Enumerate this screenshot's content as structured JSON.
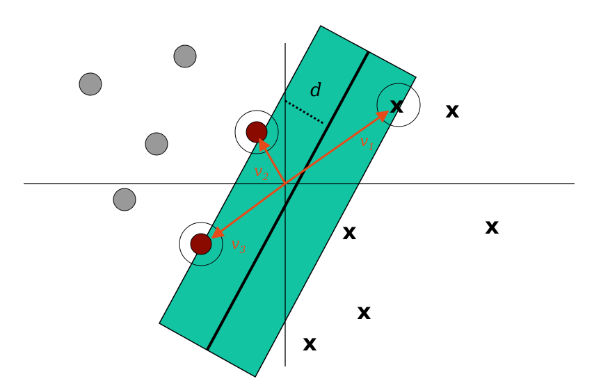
{
  "colors": {
    "margin_band": "#13c4a3",
    "background": "#ffffff",
    "axis": "#000000",
    "negative_point": "#999999",
    "support_point": "#8b0a00",
    "vector_arrow": "#e64a19",
    "vector_label": "#e64a19"
  },
  "labels": {
    "margin_distance": "d",
    "negative_mark": "x",
    "support_negative_mark": "x",
    "vectors": [
      {
        "base": "v",
        "sub": "1"
      },
      {
        "base": "v",
        "sub": "2"
      },
      {
        "base": "v",
        "sub": "3"
      }
    ]
  },
  "icons": {
    "positive_class": "circle-icon",
    "negative_class": "x-icon"
  }
}
